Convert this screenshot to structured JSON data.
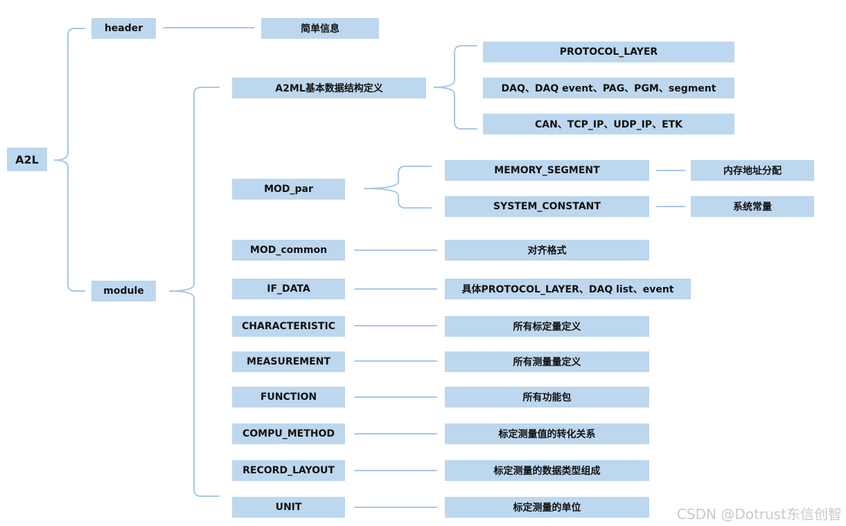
{
  "colors": {
    "box": "#bdd7ee",
    "line": "#a9c6e6",
    "text": "#111111"
  },
  "nodes": {
    "root": "A2L",
    "header": "header",
    "header_desc": "简单信息",
    "module": "module",
    "a2ml": "A2ML基本数据结构定义",
    "a2ml_protocol": "PROTOCOL_LAYER",
    "a2ml_daq": "DAQ、DAQ event、PAG、PGM、segment",
    "a2ml_can": "CAN、TCP_IP、UDP_IP、ETK",
    "mod_par": "MOD_par",
    "memory_segment": "MEMORY_SEGMENT",
    "memory_segment_desc": "内存地址分配",
    "system_constant": "SYSTEM_CONSTANT",
    "system_constant_desc": "系统常量",
    "mod_common": "MOD_common",
    "mod_common_desc": "对齐格式",
    "if_data": "IF_DATA",
    "if_data_desc": "具体PROTOCOL_LAYER、DAQ list、event",
    "characteristic": "CHARACTERISTIC",
    "characteristic_desc": "所有标定量定义",
    "measurement": "MEASUREMENT",
    "measurement_desc": "所有测量量定义",
    "function": "FUNCTION",
    "function_desc": "所有功能包",
    "compu_method": "COMPU_METHOD",
    "compu_method_desc": "标定测量值的转化关系",
    "record_layout": "RECORD_LAYOUT",
    "record_layout_desc": "标定测量的数据类型组成",
    "unit": "UNIT",
    "unit_desc": "标定测量的单位"
  },
  "watermark": "CSDN @Dotrust东信创智"
}
